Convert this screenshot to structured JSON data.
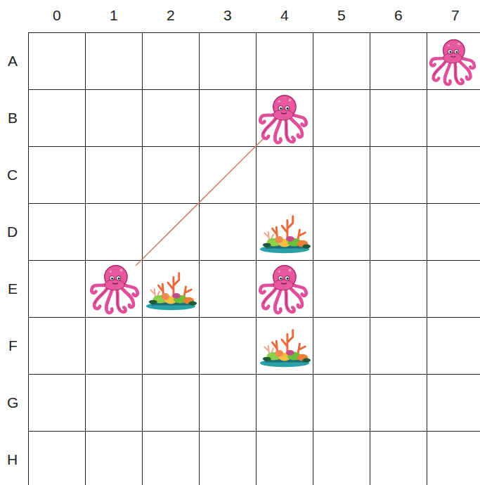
{
  "diagram": {
    "labels": [
      "0",
      "1",
      "2",
      "3",
      "4",
      "5",
      "6",
      "7",
      "A",
      "B",
      "C",
      "D",
      "E",
      "F",
      "G",
      "H"
    ]
  }
}
